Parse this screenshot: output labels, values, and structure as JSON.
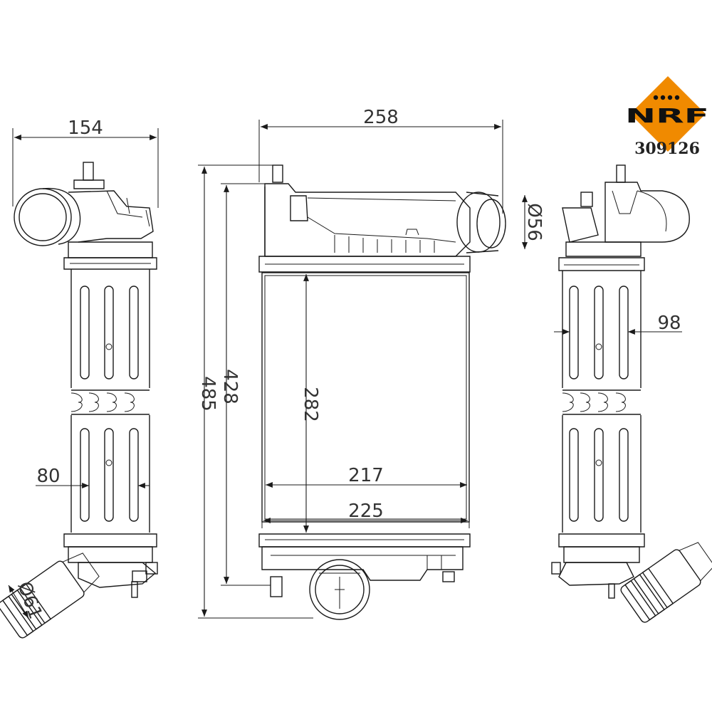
{
  "brand": {
    "logo_text": "NRF",
    "part_number": "309126",
    "accent_color": "#f08a00"
  },
  "dimensions": {
    "overall_width": "258",
    "side_depth": "154",
    "overall_height": "485",
    "core_frame_height": "428",
    "core_height": "282",
    "core_width_inner": "217",
    "core_width_outer": "225",
    "outlet_diameter": "Ø56",
    "inlet_diameter": "Ø61",
    "tank_width_left": "80",
    "tank_width_right": "98"
  },
  "colors": {
    "line": "#1a1a1a",
    "dimension_text": "#333333",
    "background": "#ffffff"
  }
}
